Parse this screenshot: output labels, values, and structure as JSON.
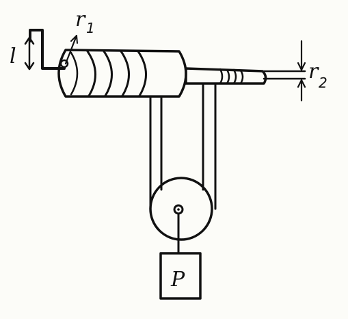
{
  "labels": {
    "handle_length": "l",
    "radius_large": "r",
    "radius_large_sub": "1",
    "radius_small": "r",
    "radius_small_sub": "2",
    "load": "P"
  },
  "colors": {
    "ink": "#111111",
    "paper": "#fcfcf8"
  },
  "icons": {
    "handle": "crank-handle-icon",
    "drum": "windlass-drum-icon",
    "pulley": "pulley-wheel-icon",
    "load": "weight-box-icon"
  }
}
